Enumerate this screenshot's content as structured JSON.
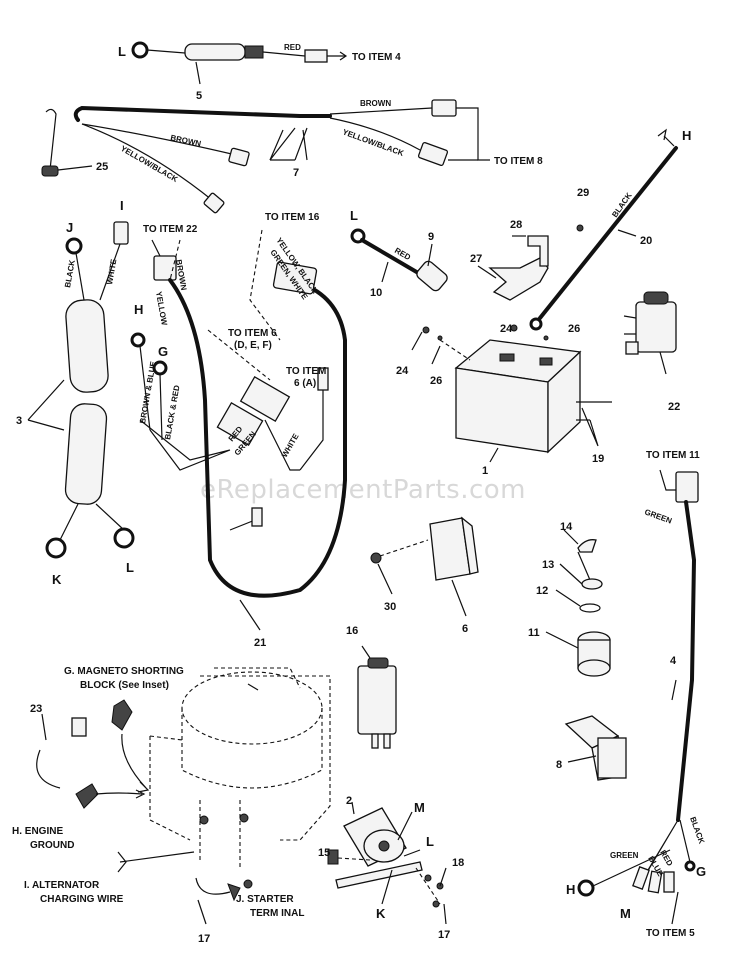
{
  "watermark": "eReplacementParts.com",
  "item_numbers": {
    "n1": "1",
    "n2": "2",
    "n3": "3",
    "n4": "4",
    "n5": "5",
    "n6": "6",
    "n7": "7",
    "n8": "8",
    "n9": "9",
    "n10": "10",
    "n11": "11",
    "n12": "12",
    "n13": "13",
    "n14": "14",
    "n15": "15",
    "n16": "16",
    "n17a": "17",
    "n17b": "17",
    "n18": "18",
    "n19": "19",
    "n20": "20",
    "n21": "21",
    "n22": "22",
    "n23": "23",
    "n24a": "24",
    "n24b": "24",
    "n25": "25",
    "n26a": "26",
    "n26b": "26",
    "n27": "27",
    "n28": "28",
    "n29": "29",
    "n30": "30"
  },
  "terminal_letters": {
    "L_top": "L",
    "L_red": "L",
    "L_harness": "L",
    "L_switch": "L",
    "J": "J",
    "I": "I",
    "H_top": "H",
    "H_harness": "H",
    "H_cable": "H",
    "G_harness": "G",
    "G_cable": "G",
    "K_harness": "K",
    "K_switch": "K",
    "M_switch": "M",
    "M_cable": "M"
  },
  "wire_colors": {
    "red_top": "RED",
    "brown_top": "BROWN",
    "yellow_black_top": "YELLOW/BLACK",
    "brown_mid": "BROWN",
    "yellow_black_mid": "YELLOW/BLACK",
    "red_cable": "RED",
    "black_cable": "BLACK",
    "black_left": "BLACK",
    "white_left": "WHITE",
    "yellow": "YELLOW",
    "brown": "BROWN",
    "brown_blue": "BROWN & BLUE",
    "black_red": "BLACK & RED",
    "red_small": "RED",
    "green_small": "GREEN",
    "white_small": "WHITE",
    "yb_line1": "YELLOW, BLACK",
    "yb_line2": "GREEN, WHITE",
    "green_4a": "GREEN",
    "green_4b": "GREEN",
    "black_4": "BLACK",
    "blue_4": "BLUE",
    "red_4": "RED"
  },
  "notes": {
    "to_item_4": "TO ITEM 4",
    "to_item_8": "TO ITEM 8",
    "to_item_16": "TO ITEM 16",
    "to_item_22": "TO ITEM 22",
    "to_item_6_line1": "TO ITEM 6",
    "to_item_6_line2": "(D, E, F)",
    "to_item_6a_line1": "TO ITEM",
    "to_item_6a_line2": "6 (A)",
    "to_item_11": "TO ITEM 11",
    "to_item_5": "TO ITEM 5"
  },
  "callouts": {
    "magneto_line1": "G.  MAGNETO SHORTING",
    "magneto_line2": "BLOCK (See Inset)",
    "engine_line1": "H.  ENGINE",
    "engine_line2": "GROUND",
    "alternator_line1": "I.  ALTERNATOR",
    "alternator_line2": "CHARGING WIRE",
    "starter_line1": "J.  STARTER",
    "starter_line2": "TERM INAL"
  }
}
